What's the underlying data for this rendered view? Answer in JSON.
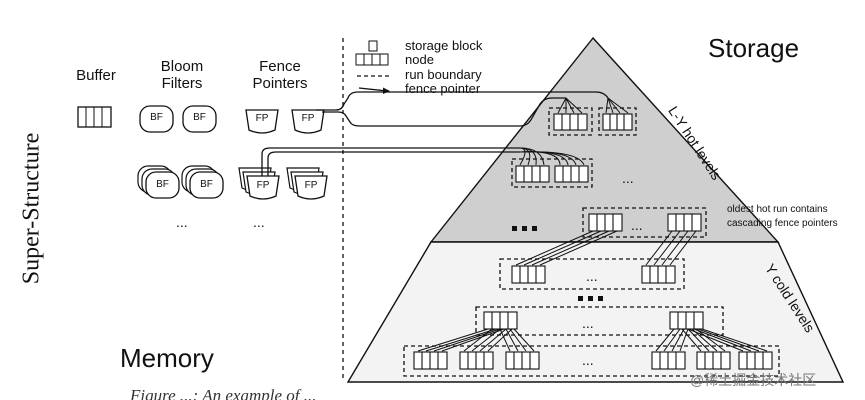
{
  "labels": {
    "buffer": "Buffer",
    "bloom_filters": [
      "Bloom",
      "Filters"
    ],
    "fence_pointers": [
      "Fence",
      "Pointers"
    ],
    "bf": "BF",
    "fp": "FP",
    "ellipsis": "...",
    "super_structure": "Super-Structure",
    "memory": "Memory",
    "storage": "Storage",
    "hot_levels": "L-Y hot levels",
    "cold_levels": "Y cold levels",
    "annotation": [
      "oldest hot run contains",
      "cascading fence pointers"
    ],
    "caption_partial": "Figure ...: An example of ...",
    "watermark": "@稀土掘金技术社区"
  },
  "legend": [
    {
      "icon": "storage-block-icon",
      "label": "storage block"
    },
    {
      "icon": "node-icon",
      "label": "node"
    },
    {
      "icon": "run-boundary-icon",
      "label": "run boundary"
    },
    {
      "icon": "fence-pointer-arrow-icon",
      "label": "fence pointer"
    }
  ],
  "colors": {
    "hot_fill": "#cfcfcf",
    "cold_fill": "#f2f2f2",
    "line": "#111111",
    "background": "#ffffff"
  }
}
